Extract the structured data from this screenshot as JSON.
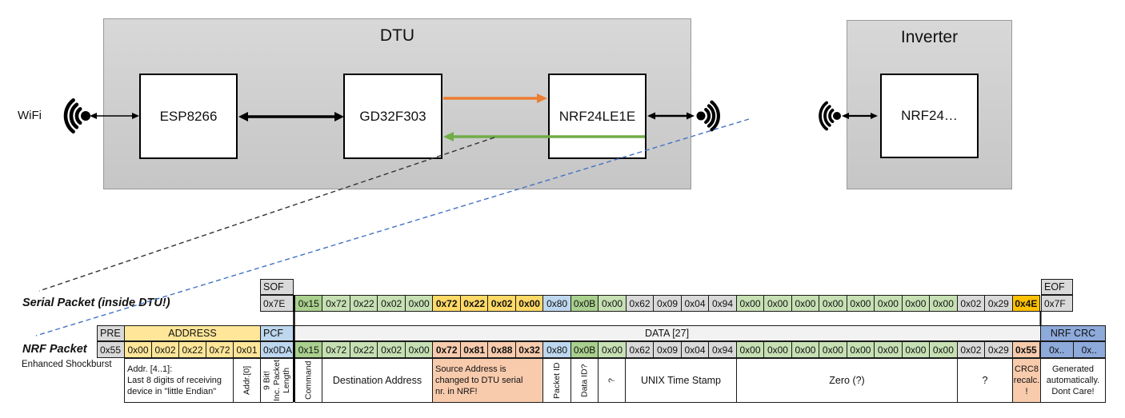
{
  "diagram": {
    "dtu_title": "DTU",
    "inverter_title": "Inverter",
    "wifi_label": "WiFi",
    "esp_label": "ESP8266",
    "mcu_label": "GD32F303",
    "nrf_label": "NRF24LE1E",
    "inverter_nrf_label": "NRF24…"
  },
  "serial_packet": {
    "label": "Serial Packet (inside DTU!)",
    "sof_header": "SOF",
    "sof_value": "0x7E",
    "eof_header": "EOF",
    "eof_value": "0x7F",
    "bytes": [
      {
        "v": "0x15",
        "c": "g1"
      },
      {
        "v": "0x72",
        "c": "g2"
      },
      {
        "v": "0x22",
        "c": "g2"
      },
      {
        "v": "0x02",
        "c": "g2"
      },
      {
        "v": "0x00",
        "c": "g2"
      },
      {
        "v": "0x72",
        "c": "yb"
      },
      {
        "v": "0x22",
        "c": "yb"
      },
      {
        "v": "0x02",
        "c": "yb"
      },
      {
        "v": "0x00",
        "c": "yb"
      },
      {
        "v": "0x80",
        "c": "bl"
      },
      {
        "v": "0x0B",
        "c": "g1"
      },
      {
        "v": "0x00",
        "c": "g2"
      },
      {
        "v": "0x62",
        "c": "gy"
      },
      {
        "v": "0x09",
        "c": "gy"
      },
      {
        "v": "0x04",
        "c": "gy"
      },
      {
        "v": "0x94",
        "c": "gy"
      },
      {
        "v": "0x00",
        "c": "g2"
      },
      {
        "v": "0x00",
        "c": "g2"
      },
      {
        "v": "0x00",
        "c": "g2"
      },
      {
        "v": "0x00",
        "c": "g2"
      },
      {
        "v": "0x00",
        "c": "g2"
      },
      {
        "v": "0x00",
        "c": "g2"
      },
      {
        "v": "0x00",
        "c": "g2"
      },
      {
        "v": "0x00",
        "c": "g2"
      },
      {
        "v": "0x02",
        "c": "gy"
      },
      {
        "v": "0x29",
        "c": "gy"
      },
      {
        "v": "0x4E",
        "c": "am"
      }
    ]
  },
  "nrf_packet": {
    "label": "NRF Packet",
    "sublabel": "Enhanced Shockburst",
    "pre_header": "PRE",
    "pre_value": "0x55",
    "address_header": "ADDRESS",
    "address_bytes": [
      {
        "v": "0x00",
        "c": "yl"
      },
      {
        "v": "0x02",
        "c": "yl"
      },
      {
        "v": "0x22",
        "c": "yl"
      },
      {
        "v": "0x72",
        "c": "yl"
      },
      {
        "v": "0x01",
        "c": "yl"
      }
    ],
    "pcf_header": "PCF",
    "pcf_value": "0x0DA",
    "data_header": "DATA [27]",
    "bytes": [
      {
        "v": "0x15",
        "c": "g1"
      },
      {
        "v": "0x72",
        "c": "g2"
      },
      {
        "v": "0x22",
        "c": "g2"
      },
      {
        "v": "0x02",
        "c": "g2"
      },
      {
        "v": "0x00",
        "c": "g2"
      },
      {
        "v": "0x72",
        "c": "sb"
      },
      {
        "v": "0x81",
        "c": "sb"
      },
      {
        "v": "0x88",
        "c": "sb"
      },
      {
        "v": "0x32",
        "c": "sb"
      },
      {
        "v": "0x80",
        "c": "bl"
      },
      {
        "v": "0x0B",
        "c": "g1"
      },
      {
        "v": "0x00",
        "c": "g2"
      },
      {
        "v": "0x62",
        "c": "gy"
      },
      {
        "v": "0x09",
        "c": "gy"
      },
      {
        "v": "0x04",
        "c": "gy"
      },
      {
        "v": "0x94",
        "c": "gy"
      },
      {
        "v": "0x00",
        "c": "g2"
      },
      {
        "v": "0x00",
        "c": "g2"
      },
      {
        "v": "0x00",
        "c": "g2"
      },
      {
        "v": "0x00",
        "c": "g2"
      },
      {
        "v": "0x00",
        "c": "g2"
      },
      {
        "v": "0x00",
        "c": "g2"
      },
      {
        "v": "0x00",
        "c": "g2"
      },
      {
        "v": "0x00",
        "c": "g2"
      },
      {
        "v": "0x02",
        "c": "gy"
      },
      {
        "v": "0x29",
        "c": "gy"
      },
      {
        "v": "0x55",
        "c": "sb"
      }
    ],
    "crc_header": "NRF CRC",
    "crc_bytes": [
      {
        "v": "0x..",
        "c": "cr"
      },
      {
        "v": "0x..",
        "c": "cr"
      }
    ]
  },
  "annotations": [
    {
      "id": "addr41",
      "text": "Addr. [4..1]:\nLast 8 digits of receiving\ndevice in \"little Endian\"",
      "align": "left"
    },
    {
      "id": "addr0",
      "text": "Addr.[0]",
      "vertical": true
    },
    {
      "id": "pcf9",
      "text": "9 Bit!\nInc. Packet\nLength",
      "vertical": true
    },
    {
      "id": "command",
      "text": "Command",
      "vertical": true
    },
    {
      "id": "dest",
      "text": "Destination Address",
      "size": "lg"
    },
    {
      "id": "source",
      "text": "Source Address is\nchanged to DTU serial\nnr. in NRF!",
      "highlight": true,
      "align": "left"
    },
    {
      "id": "packetid",
      "text": "Packet ID",
      "vertical": true
    },
    {
      "id": "dataid",
      "text": "Data ID?",
      "vertical": true
    },
    {
      "id": "q1",
      "text": "?",
      "vertical": true
    },
    {
      "id": "unix",
      "text": "UNIX Time Stamp",
      "size": "lg"
    },
    {
      "id": "zero",
      "text": "Zero (?)",
      "size": "lg"
    },
    {
      "id": "q2",
      "text": "?",
      "size": "lg"
    },
    {
      "id": "crc8",
      "text": "CRC8\nrecalc.\n!",
      "highlight": true
    },
    {
      "id": "generated",
      "text": "Generated\nautomatically.\nDont Care!"
    }
  ],
  "colors": {
    "accent_orange": "#ED7D31",
    "accent_green": "#70AD47",
    "dashed_blue": "#4472C4",
    "cell_green_dark": "#A9D08E",
    "cell_green_light": "#C6E0B4",
    "cell_yellow_bold": "#FFD966",
    "cell_yellow_light": "#FFE699",
    "cell_amber": "#FFC000",
    "cell_blue": "#BDD7EE",
    "cell_blue_crc": "#8EAADB",
    "cell_salmon": "#F8CBAD",
    "cell_gray": "#D9D9D9"
  }
}
